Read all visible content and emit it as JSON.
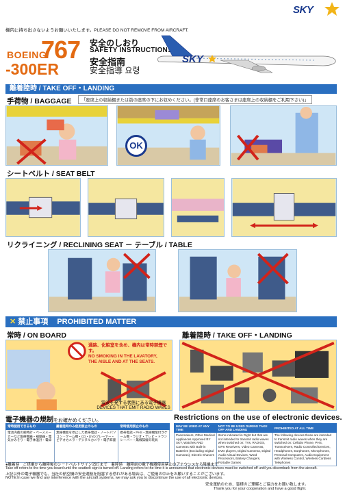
{
  "header": {
    "brand": "SKY",
    "notice": "機内に持ち出さないようお願いいたします。PLEASE DO NOT REMOVE FROM AIRCRAFT.",
    "aircraft_word": "BOEING",
    "aircraft_number": "767",
    "aircraft_variant": "-300ER",
    "title_jp": "安全のしおり",
    "title_en": "SAFETY INSTRUCTIONS",
    "title_zh_s": "安全指南",
    "title_zh_t_ko": "安全指導 요령",
    "plane_livery": "SKY"
  },
  "takeoff_section": {
    "label": "離着陸時 / TAKE OFF・LANDING",
    "baggage": {
      "label": "手荷物 / BAGGAGE",
      "note": "「座席上の収納棚または前の座席の下にお収めください。(非常口座席のお客さまは座席上の収納棚をご利用下さい)」",
      "ok_badge": "OK"
    },
    "seatbelt": {
      "label": "シートベルト / SEAT BELT"
    },
    "recline": {
      "label": "リクライニング / RECLINING SEAT － テーブル / TABLE"
    }
  },
  "prohibited_section": {
    "label": "禁止事項",
    "label_en": "PROHIBITED MATTER",
    "on_board": {
      "label": "常時 / ON BOARD",
      "no_smoking_jp": "通路、化粧室を含め、機内は常時禁煙です。",
      "no_smoking_en_1": "NO SMOKING IN THE LAVATORY,",
      "no_smoking_en_2": "THE AISLE AND AT THE SEATS.",
      "radio_jp": "電波を発する状態にある電子機器",
      "radio_en": "DEVICES THAT EMIT RADIO WAVES"
    },
    "takeoff_landing": {
      "label": "離着陸時 / TAKE OFF・LANDING"
    }
  },
  "electronics": {
    "rules_title_jp": "電子機器の規制",
    "rules_title_jp_suffix": "をお確かめください。",
    "restrictions_title": "Restrictions on the use of electronic devices.",
    "jp_headers": [
      "常時使用できるもの",
      "離着陸時のみ使用禁止のもの",
      "常時使用禁止のもの"
    ],
    "jp_rows": [
      "電池内蔵の腕時計・ペースメーカーなど医療機器・補聴器・電気かみそり・電子体温計・電卓",
      "無線機能を停止した携帯電話・ノートパソコン・ゲーム機・CD・DVDプレーヤー・ビデオカメラ・デジタルカメラ・電子辞書",
      "携帯電話・PHS・無線機能付きゲーム機・ラジオ・テレビ・トランシーバー・無線操縦の玩具"
    ],
    "en_headers": [
      "MAY BE USED AT ANY TIME",
      "NOT TO BE USED DURING TAKE OFF AND LANDING",
      "PROHIBITED AT ALL TIME"
    ],
    "en_rows": [
      "Pacemakers, Other Medical Appliances Approved BY SKY, Watches AND Cameras with Built-in Batteries (Excluding Digital Cameras), Electric Shavers",
      "Items indicated in Right but that are not intended to transmit radio waves when switched on: TVs, RADIOS, GPS Receivers, Video Cameras, DVD players, Digital Cameras, Digital Audio Visual Devices, Word Processors, Battery Chargers, Portable Games",
      "The following devices those are intended to transmit radio waves when they are switched on: Cellular Phone, PHS, Transceivers, Radio Controlled Devices, Headphones, Earphones, Microphones, Personal Computers, Audio Equipment with Wireless Control, Wireless Cordless Telephones"
    ],
    "footnote_jp_1": "●離着時　ご搭乗から離陸後のシートベルトサイン消灯まで　着陸時　離陸前の電子機器使用禁止のアナウンスから降機まで",
    "footnote_en": "Take off refers to the time you board until the seatbelt sign is turned off.  Landing refers to the time it is announced that electronic devices must be switched off until you disembark from the aircraft.",
    "footnote_jp_2": "上記以外の電子機器でも、当社の航空機の安全運航を阻害する恐れがある場合は、ご使用の中止をお願いすることがございます。",
    "footnote_en_2": "NOTE:In case we find any interference with the aircraft systems, we may ask you to discontinue the use of all electronic devices.",
    "closing_jp": "安全運航のため、皆様のご理解とご協力をお願い致します。",
    "closing_en": "Thank you for your cooperation and have a good flight."
  }
}
